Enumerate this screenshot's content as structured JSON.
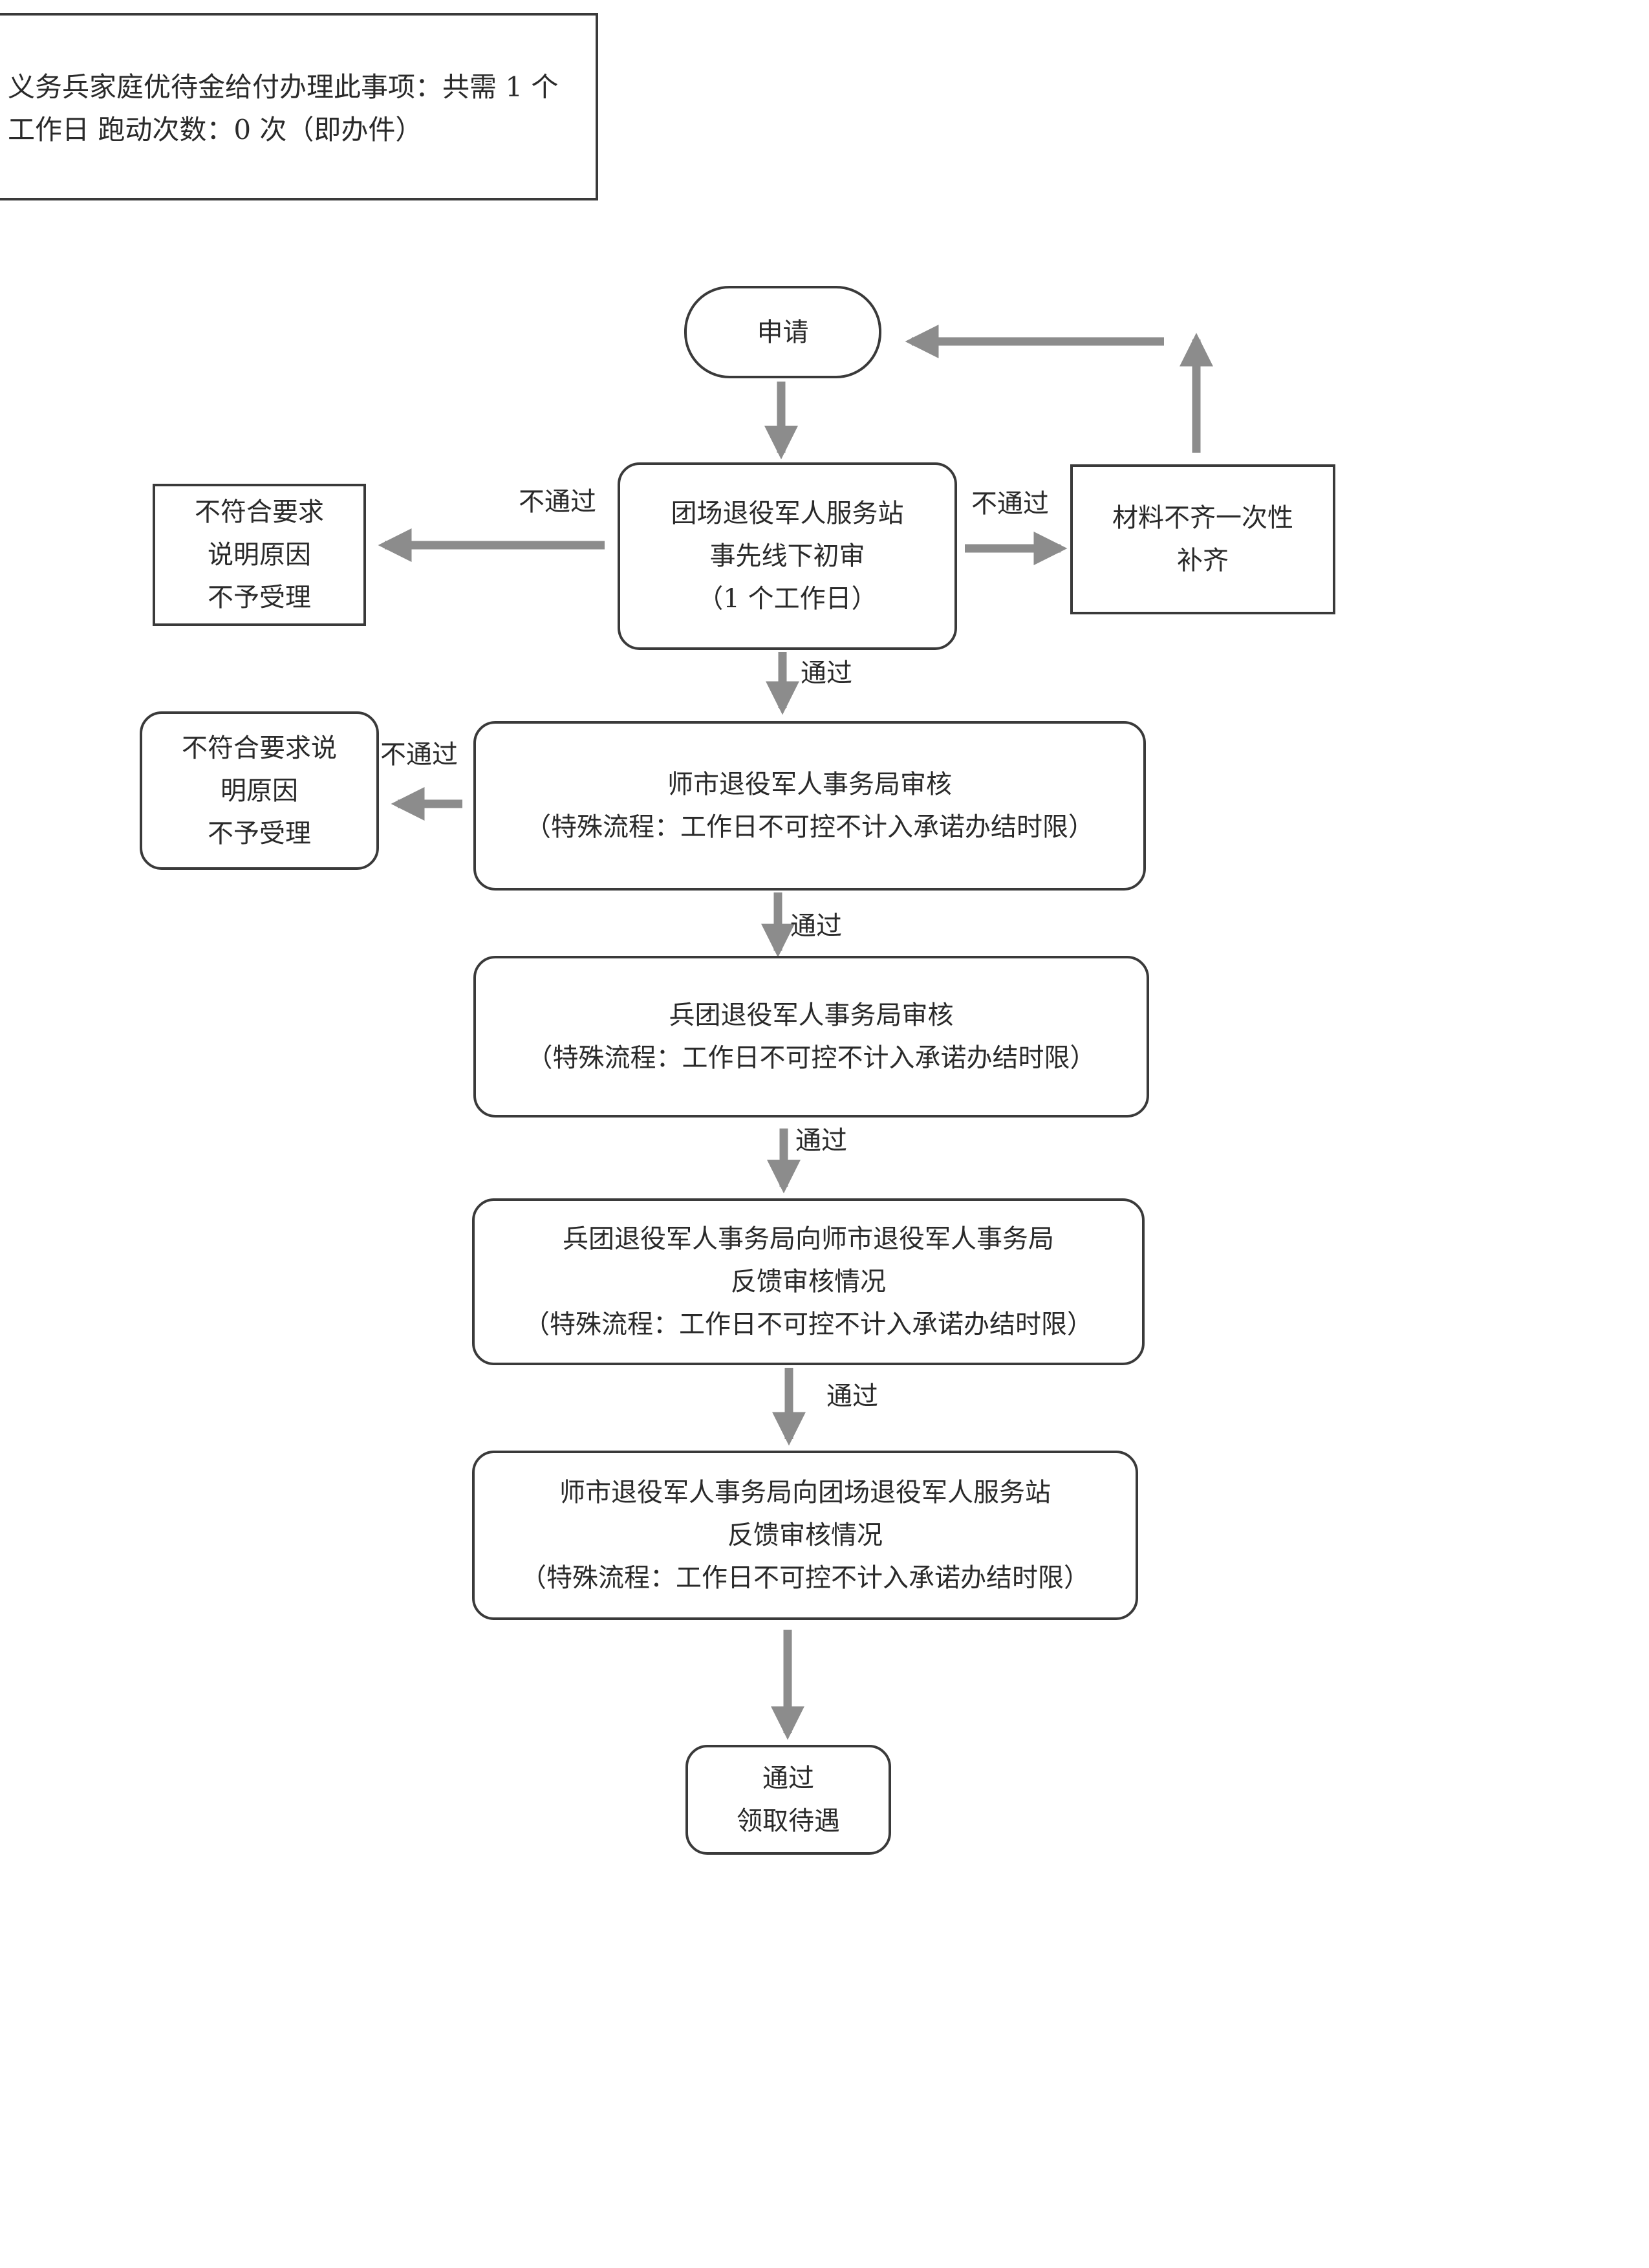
{
  "header": {
    "line1": "义务兵家庭优待金给付办理此事项：共需 1 个",
    "line2": "工作日  跑动次数：0 次（即办件）"
  },
  "flow": {
    "apply": "申请",
    "initial_review": [
      "团场退役军人服务站",
      "事先线下初审",
      "（1 个工作日）"
    ],
    "supplement": [
      "材料不齐一次性",
      "补齐"
    ],
    "reject_left_1": [
      "不符合要求",
      "说明原因",
      "不予受理"
    ],
    "city_review": [
      "师市退役军人事务局审核",
      "（特殊流程：工作日不可控不计入承诺办结时限）"
    ],
    "reject_left_2": [
      "不符合要求说",
      "明原因",
      "不予受理"
    ],
    "corps_review": [
      "兵团退役军人事务局审核",
      "（特殊流程：工作日不可控不计入承诺办结时限）"
    ],
    "corps_feedback": [
      "兵团退役军人事务局向师市退役军人事务局",
      "反馈审核情况",
      "（特殊流程：工作日不可控不计入承诺办结时限）"
    ],
    "city_feedback": [
      "师市退役军人事务局向团场退役军人服务站",
      "反馈审核情况",
      "（特殊流程：工作日不可控不计入承诺办结时限）"
    ],
    "final": [
      "通过",
      "领取待遇"
    ]
  },
  "labels": {
    "fail_left_1": "不通过",
    "fail_right": "不通过",
    "pass_1": "通过",
    "fail_left_2": "不通过",
    "pass_2": "通过",
    "pass_3": "通过",
    "pass_4": "通过"
  },
  "colors": {
    "arrow": "#8c8c8c",
    "border": "#3a3a3a"
  }
}
